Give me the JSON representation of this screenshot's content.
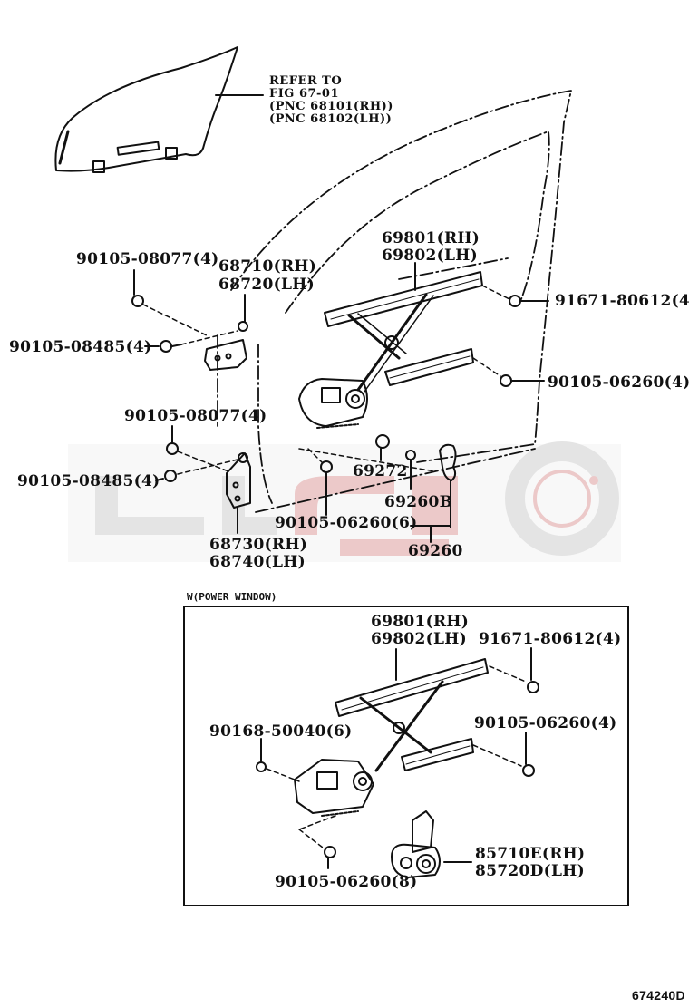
{
  "diagram": {
    "figure_code": "674240D",
    "glass_reference": {
      "line1": "REFER TO",
      "line2": "FIG 67-01",
      "line3": "(PNC 68101(RH))",
      "line4": "(PNC 68102(LH))"
    },
    "upper_section": {
      "labels": {
        "bolt_upper_hinge_top": "90105-08077(4)",
        "hinge_upper_rh": "68710(RH)",
        "hinge_upper_lh": "68720(LH)",
        "regulator_rh": "69801(RH)",
        "regulator_lh": "69802(LH)",
        "bolt_regulator_top": "91671-80612(4)",
        "bolt_upper_hinge_side": "90105-08485(4)",
        "bolt_regulator_lower": "90105-06260(4)",
        "bolt_lower_hinge_top": "90105-08077(4)",
        "bolt_lower_hinge_side": "90105-08485(4)",
        "clip": "69272",
        "handle_part_b": "69260B",
        "bolt_regulator_base": "90105-06260(6)",
        "hinge_lower_rh": "68730(RH)",
        "hinge_lower_lh": "68740(LH)",
        "handle": "69260"
      }
    },
    "power_window_section": {
      "title": "W(POWER WINDOW)",
      "labels": {
        "regulator_rh": "69801(RH)",
        "regulator_lh": "69802(LH)",
        "bolt_regulator_top": "91671-80612(4)",
        "bolt_motor_side": "90168-50040(6)",
        "bolt_regulator_lower": "90105-06260(4)",
        "bolt_regulator_base": "90105-06260(8)",
        "motor_rh": "85710E(RH)",
        "motor_lh": "85720D(LH)"
      }
    },
    "colors": {
      "ink": "#111111",
      "watermark": "#e9c4c4",
      "watermark_gray": "#e4e4e4"
    }
  }
}
